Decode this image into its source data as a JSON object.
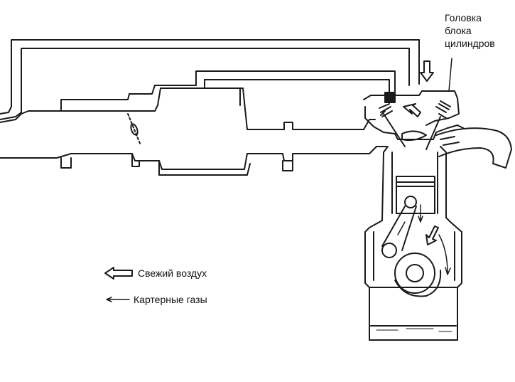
{
  "callout": {
    "lines": [
      "Головка",
      "блока",
      "цилиндров"
    ]
  },
  "legend": {
    "fresh_air": "Свежий воздух",
    "crankcase_gases": "Картерные газы"
  },
  "colors": {
    "ink": "#1a1a1a",
    "background": "#ffffff"
  }
}
